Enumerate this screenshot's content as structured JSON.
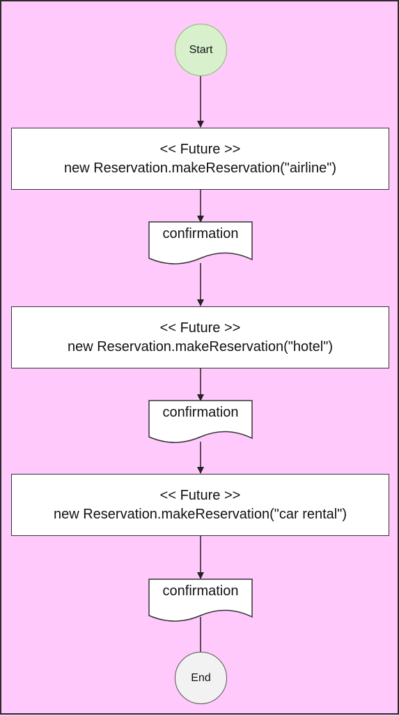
{
  "nodes": {
    "start": {
      "label": "Start"
    },
    "future_airline": {
      "stereotype": "<< Future >>",
      "call": "new Reservation.makeReservation(\"airline\")"
    },
    "confirmation_1": {
      "label": "confirmation"
    },
    "future_hotel": {
      "stereotype": "<< Future >>",
      "call": "new Reservation.makeReservation(\"hotel\")"
    },
    "confirmation_2": {
      "label": "confirmation"
    },
    "future_car": {
      "stereotype": "<< Future >>",
      "call": "new Reservation.makeReservation(\"car rental\")"
    },
    "confirmation_3": {
      "label": "confirmation"
    },
    "end": {
      "label": "End"
    }
  },
  "colors": {
    "background": "#ffc9fc",
    "start_fill": "#d8f0cc",
    "start_stroke": "#7fbf6a",
    "end_fill": "#f2f2f2",
    "box_fill": "#ffffff",
    "stroke": "#333333"
  }
}
